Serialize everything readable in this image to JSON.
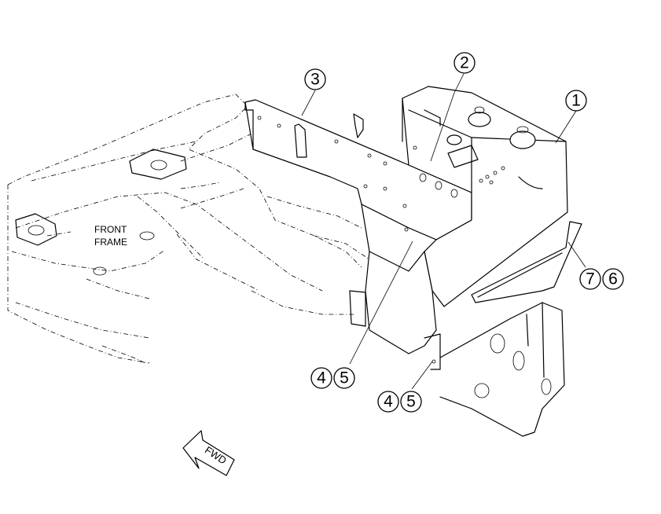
{
  "diagram": {
    "labels": {
      "front_frame_line1": "FRONT",
      "front_frame_line2": "FRAME",
      "fwd": "FWD"
    },
    "callouts": {
      "c1": "1",
      "c2": "2",
      "c3": "3",
      "c7": "7",
      "c6": "6",
      "c4a": "4",
      "c5a": "5",
      "c4b": "4",
      "c5b": "5"
    }
  }
}
